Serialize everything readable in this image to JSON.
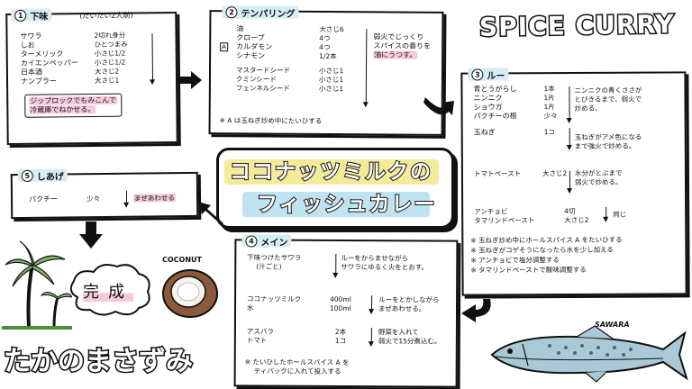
{
  "header": {
    "logo_text": "SPICE CURRY",
    "author": "たかのまさずみ"
  },
  "main_title": {
    "line1": "ココナッツミルクの",
    "line2": "フィッシュカレー"
  },
  "step1": {
    "number": "1",
    "title": "下味",
    "serving": "(だいたい2人前)",
    "ingredients": [
      {
        "name": "サワラ",
        "qty": "2切れ身分"
      },
      {
        "name": "しお",
        "qty": "ひとつまみ"
      },
      {
        "name": "ターメリック",
        "qty": "小さじ1/2"
      },
      {
        "name": "カイエンペッパー",
        "qty": "小さじ1/2"
      },
      {
        "name": "日本酒",
        "qty": "大さじ2"
      },
      {
        "name": "ナンプラー",
        "qty": "大さじ1"
      }
    ],
    "note_line1": "ジップロックでもみこんで",
    "note_line2": "冷蔵庫でねかせる。"
  },
  "step2": {
    "number": "2",
    "title": "テンパリング",
    "ingredients_top": [
      {
        "name": "油",
        "qty": "大さじ6"
      },
      {
        "name": "クローブ",
        "qty": "4つ"
      },
      {
        "name": "カルダモン",
        "qty": "4つ"
      },
      {
        "name": "シナモン",
        "qty": "1/2本"
      }
    ],
    "ingredients_bottom": [
      {
        "name": "マスタードシード",
        "qty": "小さじ1"
      },
      {
        "name": "クミンシード",
        "qty": "小さじ1"
      },
      {
        "name": "フェンネルシード",
        "qty": "小さじ1"
      }
    ],
    "marker": "A",
    "instruction_line1": "弱火でじっくり",
    "instruction_line2": "スパイスの香りを",
    "instruction_line3": "油にうつす。",
    "footnote": "※ A は玉ねぎ炒め中にたいひする"
  },
  "step3": {
    "number": "3",
    "title": "ルー",
    "ingredients_a": [
      {
        "name": "青とうがらし",
        "qty": "1本"
      },
      {
        "name": "ニンニク",
        "qty": "1片"
      },
      {
        "name": "ショウガ",
        "qty": "1片"
      },
      {
        "name": "パクチーの根",
        "qty": "少々"
      },
      {
        "name": "玉ねぎ",
        "qty": "1コ"
      }
    ],
    "note_a1": "ニンニクの青くささが",
    "note_a2": "とびきるまで、弱火で",
    "note_a3": "炒める。",
    "note_b1": "玉ねぎがアメ色になる",
    "note_b2": "まで強火で炒める。",
    "paste_name": "トマトペースト",
    "paste_qty": "大さじ2",
    "paste_note1": "水分がとぶまで",
    "paste_note2": "弱火で炒める。",
    "anchovy_name": "アンチョビ",
    "anchovy_qty": "4切",
    "tamarind_name": "タマリンドペースト",
    "tamarind_qty": "大さじ2",
    "same_label": "同じ",
    "tips": [
      "※ 玉ねぎ炒め中にホールスパイス A をたいひする",
      "※ 玉ねぎがコゲそうになったら水を少し加える",
      "※ アンチョビで塩分調整する",
      "※ タマリンドペーストで酸味調整する"
    ]
  },
  "step4": {
    "number": "4",
    "title": "メイン",
    "fish_name": "下味つけたサワラ",
    "fish_sub": "(汁ごと)",
    "fish_note1": "ルーをからませながら",
    "fish_note2": "サワラにゆるく火をとおす。",
    "liquid": [
      {
        "name": "ココナッツミルク",
        "qty": "400ml"
      },
      {
        "name": "水",
        "qty": "100ml"
      }
    ],
    "liquid_note1": "ルーをとかしながら",
    "liquid_note2": "まぜあわせる。",
    "veg": [
      {
        "name": "アスパラ",
        "qty": "2本"
      },
      {
        "name": "トマト",
        "qty": "1コ"
      }
    ],
    "veg_note1": "野菜を入れて",
    "veg_note2": "弱火で15分煮込む。",
    "footnote1": "※ たいひしたホールスパイス A を",
    "footnote2": "ティパックに入れて投入する"
  },
  "step5": {
    "number": "5",
    "title": "しあげ",
    "item": "パクチー",
    "qty": "少々",
    "action": "まぜあわせる"
  },
  "finish": {
    "label": "完成",
    "coconut_label": "COCONUT",
    "fish_label": "SAWARA"
  },
  "colors": {
    "highlight_pink": "#f6c9dd",
    "highlight_blue": "#d7edf5",
    "title_yellow": "#f3ea9a",
    "title_blue": "#bfe3f1"
  }
}
